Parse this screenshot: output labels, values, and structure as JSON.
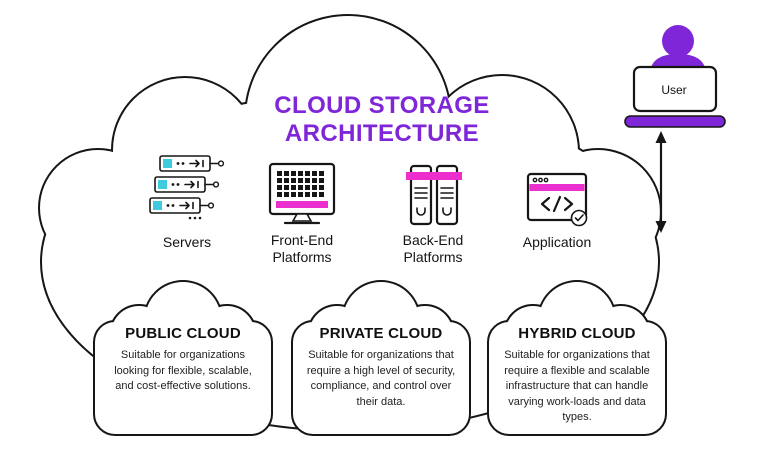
{
  "title": {
    "line1": "CLOUD STORAGE",
    "line2": "ARCHITECTURE"
  },
  "components": [
    {
      "label": "Servers",
      "icon": "servers-icon"
    },
    {
      "label": "Front-End Platforms",
      "icon": "frontend-platforms-icon"
    },
    {
      "label": "Back-End Platforms",
      "icon": "backend-platforms-icon"
    },
    {
      "label": "Application",
      "icon": "application-icon"
    }
  ],
  "clouds": [
    {
      "title": "PUBLIC CLOUD",
      "description": "Suitable for organizations looking for flexible, scalable, and cost-effective solutions."
    },
    {
      "title": "PRIVATE CLOUD",
      "description": "Suitable for organizations that require a high level of security, compliance, and control over their data."
    },
    {
      "title": "HYBRID CLOUD",
      "description": "Suitable for organizations that require a flexible and scalable infrastructure that can handle varying work-loads and data types."
    }
  ],
  "user": {
    "label": "User"
  },
  "colors": {
    "purple": "#8026D9",
    "magenta": "#ED2ECF",
    "teal": "#3ECBDD"
  }
}
